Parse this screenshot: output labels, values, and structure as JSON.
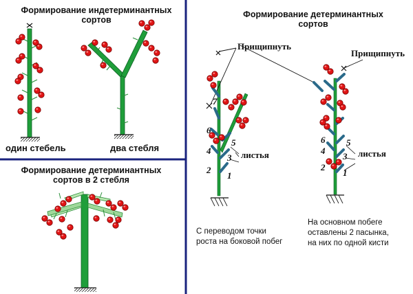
{
  "panels": {
    "indeterminate": {
      "title_line1": "Формирование индетерминантных",
      "title_line2": "сортов",
      "label_one_stem": "один стебель",
      "label_two_stems": "два стебля"
    },
    "determinate_two_stems": {
      "title_line1": "Формирование детерминантных",
      "title_line2": "сортов в 2 стебля"
    },
    "determinate": {
      "title_line1": "Формирование детерминантных",
      "title_line2": "сортов",
      "pinch_label_left": "Прищипнуть",
      "pinch_label_right": "Прищипнуть",
      "leaves_label_left": "листья",
      "leaves_label_right": "листья",
      "numbers_left": [
        "7",
        "6",
        "5",
        "4",
        "3",
        "2",
        "1"
      ],
      "numbers_right": [
        "6",
        "5",
        "4",
        "3",
        "2",
        "1"
      ],
      "caption_left_line1": "С переводом точки",
      "caption_left_line2": "роста на боковой побег",
      "caption_right_line1": "На основном побеге",
      "caption_right_line2": "оставлены 2 пасынка,",
      "caption_right_line3": "на них по одной кисти"
    }
  },
  "colors": {
    "divider": "#1a237e",
    "stem": "#1f9e3a",
    "stem_dark": "#0b5c22",
    "fruit": "#e01515",
    "stepchild": "#2a6a8a"
  }
}
